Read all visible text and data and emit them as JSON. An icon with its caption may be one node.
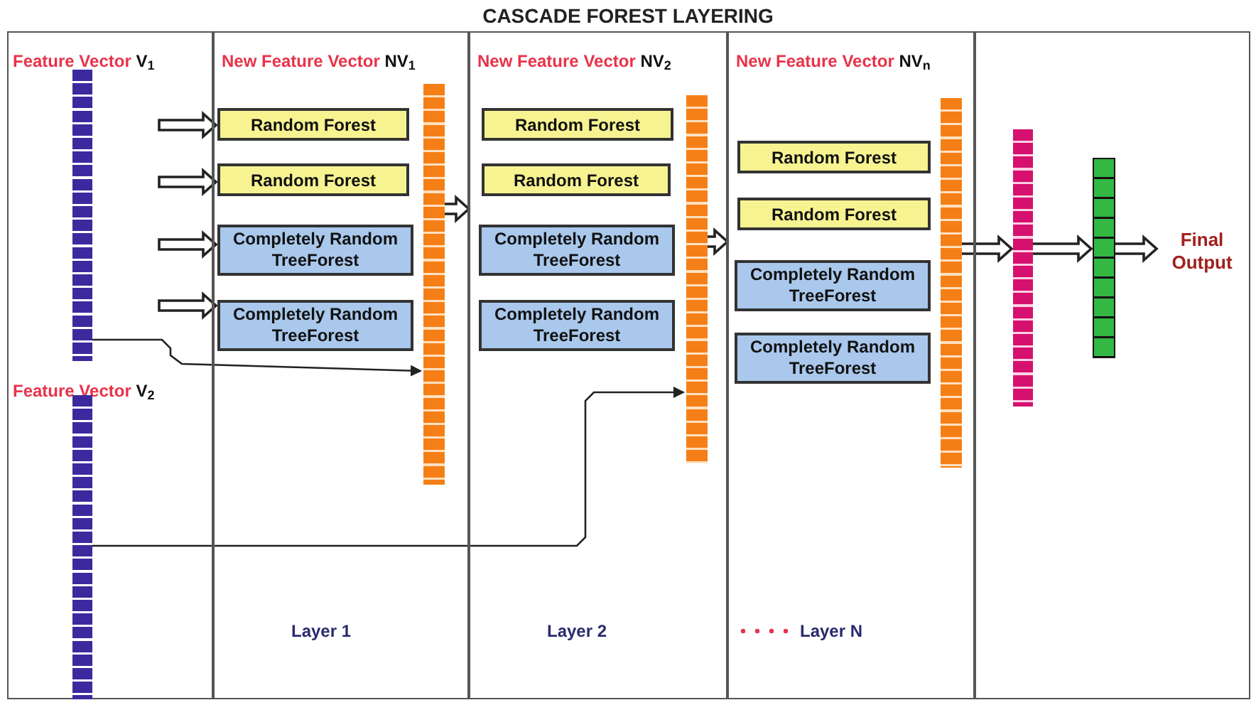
{
  "diagram": {
    "title": "CASCADE FOREST LAYERING",
    "nodes": [
      {
        "text": [],
        "shape": "box"
      },
      {
        "text": [
          "Feature Vector V$_{1}$"
        ],
        "in": 0
      },
      {
        "text": [
          "Feature Vector V$_{2}$"
        ],
        "in": 0
      },
      {
        "text": [
          "New Feature Vector NV$_{1}$",
          "Layer 1"
        ]
      },
      {
        "text": [],
        "shape": "bar",
        "in": 3
      },
      {
        "text": [
          "Random Forest"
        ],
        "in": 3
      },
      {
        "text": [
          "Random Forest"
        ],
        "in": 3
      },
      {
        "text": [
          "Completely Random TreeForest"
        ],
        "in": 3
      },
      {
        "text": [
          "Completely Random TreeForest"
        ],
        "in": 3
      },
      {
        "text": [
          "New Feature Vector NV$_{2}$",
          "Layer 2"
        ]
      },
      {
        "text": [],
        "shape": "bar",
        "in": 9
      },
      {
        "text": [
          "Random Forest"
        ],
        "in": 9
      },
      {
        "text": [
          "Random Forest"
        ],
        "in": 9
      },
      {
        "text": [
          "Completely Random TreeForest"
        ],
        "in": 9
      },
      {
        "text": [
          "Completely Random TreeForest"
        ],
        "in": 9
      },
      {
        "text": [
          "New Feature Vector NV$_{n}$",
          "Layer N"
        ]
      },
      {
        "text": [],
        "shape": "bar",
        "in": 15
      },
      {
        "text": [
          "Random Forest"
        ],
        "in": 15
      },
      {
        "text": [
          "Random Forest"
        ],
        "in": 15
      },
      {
        "text": [
          "Completely Random TreeForest"
        ],
        "in": 15
      },
      {
        "text": [
          "Completely Random TreeForest"
        ],
        "in": 15
      },
      {
        "text": [],
        "shape": "box"
      },
      {
        "text": [],
        "shape": "bar",
        "in": 21
      },
      {
        "text": [],
        "shape": "bar",
        "in": 21
      },
      {
        "text": [
          "Final Output"
        ],
        "in": 21
      }
    ],
    "edges": [
      {
        "from": null,
        "to": 5,
        "arrow": "to"
      },
      {
        "from": null,
        "to": 6,
        "arrow": "to"
      },
      {
        "from": null,
        "to": 7,
        "arrow": "to"
      },
      {
        "from": null,
        "to": 8,
        "arrow": "to"
      },
      {
        "from": 1,
        "to": 4,
        "arrow": "to"
      },
      {
        "from": 4,
        "to": 9,
        "arrow": "to"
      },
      {
        "from": 2,
        "to": 10,
        "arrow": "to"
      },
      {
        "from": 10,
        "to": 15,
        "arrow": "to"
      },
      {
        "from": 16,
        "to": 22,
        "arrow": "to"
      },
      {
        "from": 22,
        "to": 23,
        "arrow": "to"
      },
      {
        "from": 23,
        "to": 24,
        "arrow": "to"
      }
    ]
  }
}
